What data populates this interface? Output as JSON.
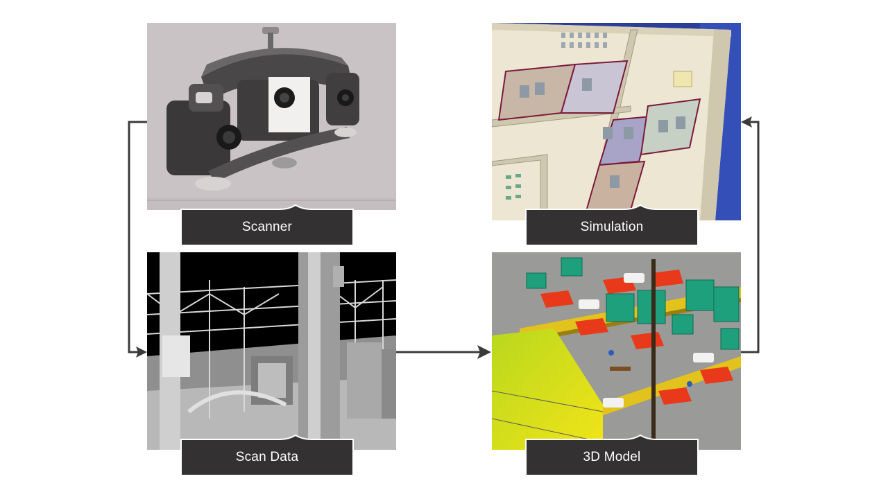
{
  "stages": {
    "scanner": {
      "label": "Scanner"
    },
    "scan_data": {
      "label": "Scan Data"
    },
    "model_3d": {
      "label": "3D Model"
    },
    "simulation": {
      "label": "Simulation"
    }
  },
  "colors": {
    "tab_fill": "#333132",
    "tab_border": "#ffffff",
    "arrow": "#3a3a3a",
    "scanner_bg": "#c9c3c6",
    "scan_bg": "#000000",
    "model_floor": "#9a9a98",
    "sim_bg": "#2a3e9a"
  }
}
